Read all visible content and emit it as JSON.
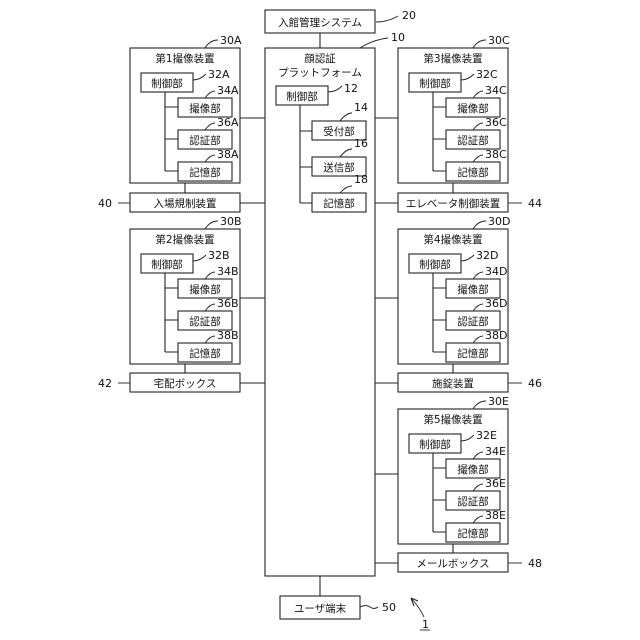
{
  "system": {
    "label": "入館管理システム",
    "ref": "20"
  },
  "platform": {
    "title_line1": "顔認証",
    "title_line2": "プラットフォーム",
    "ref": "10",
    "control": {
      "label": "制御部",
      "ref": "12"
    },
    "units": [
      {
        "label": "受付部",
        "ref": "14"
      },
      {
        "label": "送信部",
        "ref": "16"
      },
      {
        "label": "記憶部",
        "ref": "18"
      }
    ]
  },
  "cameras": [
    {
      "title": "第1撮像装置",
      "ref": "30A",
      "control_ref": "32A",
      "units": [
        {
          "label": "撮像部",
          "ref": "34A"
        },
        {
          "label": "認証部",
          "ref": "36A"
        },
        {
          "label": "記憶部",
          "ref": "38A"
        }
      ]
    },
    {
      "title": "第2撮像装置",
      "ref": "30B",
      "control_ref": "32B",
      "units": [
        {
          "label": "撮像部",
          "ref": "34B"
        },
        {
          "label": "認証部",
          "ref": "36B"
        },
        {
          "label": "記憶部",
          "ref": "38B"
        }
      ]
    },
    {
      "title": "第3撮像装置",
      "ref": "30C",
      "control_ref": "32C",
      "units": [
        {
          "label": "撮像部",
          "ref": "34C"
        },
        {
          "label": "認証部",
          "ref": "36C"
        },
        {
          "label": "記憶部",
          "ref": "38C"
        }
      ]
    },
    {
      "title": "第4撮像装置",
      "ref": "30D",
      "control_ref": "32D",
      "units": [
        {
          "label": "撮像部",
          "ref": "34D"
        },
        {
          "label": "認証部",
          "ref": "36D"
        },
        {
          "label": "記憶部",
          "ref": "38D"
        }
      ]
    },
    {
      "title": "第5撮像装置",
      "ref": "30E",
      "control_ref": "32E",
      "units": [
        {
          "label": "撮像部",
          "ref": "34E"
        },
        {
          "label": "認証部",
          "ref": "36E"
        },
        {
          "label": "記憶部",
          "ref": "38E"
        }
      ]
    }
  ],
  "camera_control_label": "制御部",
  "devices": {
    "entry": {
      "label": "入場規制装置",
      "ref": "40"
    },
    "delivery": {
      "label": "宅配ボックス",
      "ref": "42"
    },
    "elevator": {
      "label": "エレベータ制御装置",
      "ref": "44"
    },
    "lock": {
      "label": "施錠装置",
      "ref": "46"
    },
    "mail": {
      "label": "メールボックス",
      "ref": "48"
    }
  },
  "user_terminal": {
    "label": "ユーザ端末",
    "ref": "50"
  },
  "figure_ref": "1"
}
